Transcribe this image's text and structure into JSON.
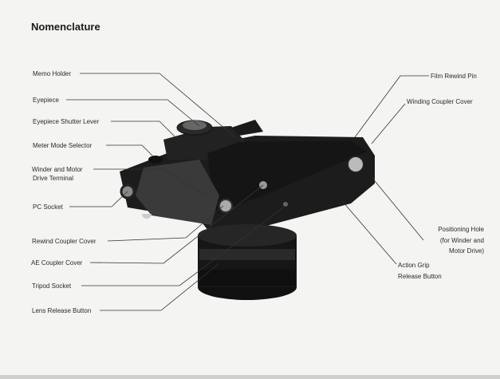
{
  "title": "Nomenclature",
  "labels_left": {
    "memo_holder": "Memo Holder",
    "eyepiece": "Eyepiece",
    "eyepiece_shutter_lever": "Eyepiece Shutter Lever",
    "meter_mode_selector": "Meter Mode Selector",
    "winder_terminal_1": "Winder and Motor",
    "winder_terminal_2": "Drive Terminal",
    "pc_socket": "PC Socket",
    "rewind_coupler_cover": "Rewind Coupler Cover",
    "ae_coupler_cover": "AE Coupler Cover",
    "tripod_socket": "Tripod Socket",
    "lens_release_button": "Lens Release Button"
  },
  "labels_right": {
    "film_rewind_pin": "Film Rewind Pin",
    "winding_coupler_cover": "Winding Coupler Cover",
    "positioning_hole_1": "Positioning Hole",
    "positioning_hole_2": "(for Winder and",
    "positioning_hole_3": "Motor Drive)",
    "action_grip_1": "Action Grip",
    "action_grip_2": "Release Button"
  }
}
